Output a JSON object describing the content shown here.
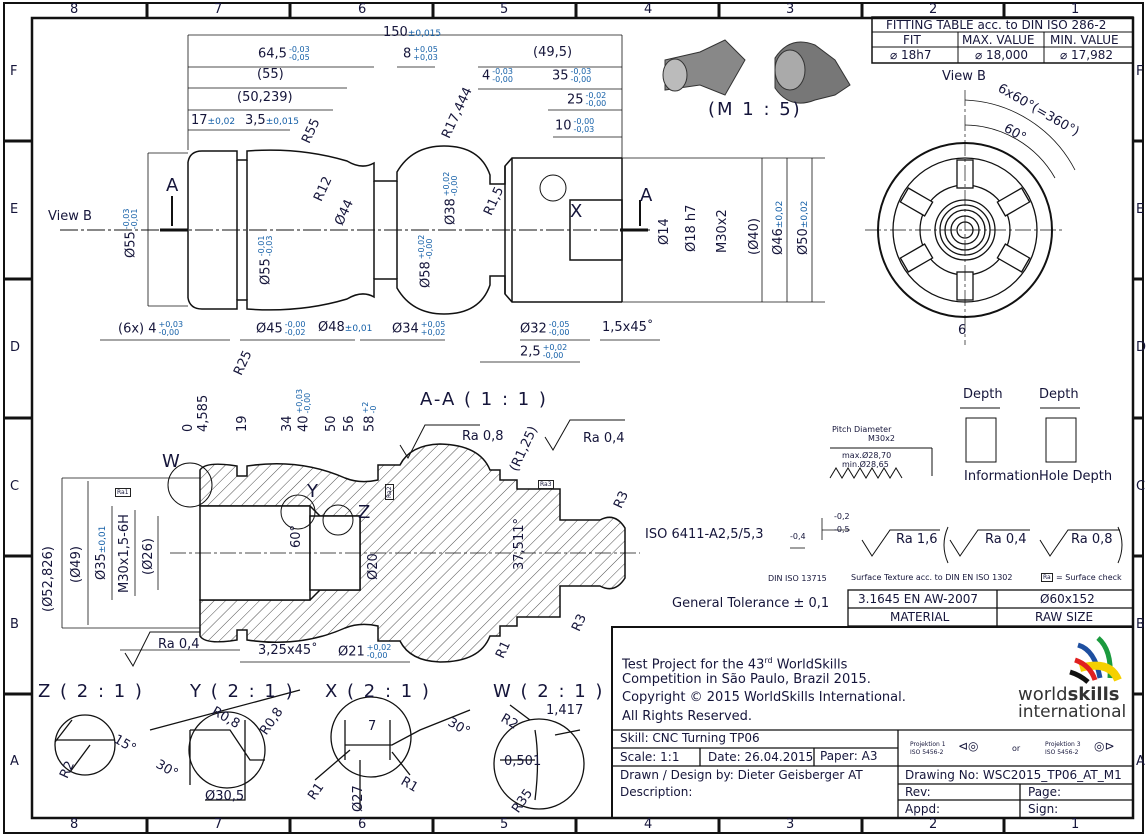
{
  "zones": {
    "columns": [
      "8",
      "7",
      "6",
      "5",
      "4",
      "3",
      "2",
      "1"
    ],
    "rows": [
      "F",
      "E",
      "D",
      "C",
      "B",
      "A"
    ]
  },
  "fitting_table": {
    "title": "FITTING TABLE acc. to DIN ISO 286-2",
    "headers": [
      "FIT",
      "MAX. VALUE",
      "MIN. VALUE"
    ],
    "row": [
      "⌀ 18h7",
      "⌀ 18,000",
      "⌀ 17,982"
    ]
  },
  "top_view": {
    "view_b_label": "View B",
    "section_a_left": "A",
    "section_a_right": "A",
    "detail_x": "X",
    "scale_3d": "(M 1 : 5)",
    "dims": [
      {
        "v": "150",
        "u": "±0,015"
      },
      {
        "v": "64,5",
        "u": "-0,03",
        "l": "-0,05"
      },
      {
        "v": "8",
        "u": "+0,05",
        "l": "+0,03"
      },
      {
        "v": "(49,5)"
      },
      {
        "v": "(55)"
      },
      {
        "v": "4",
        "u": "-0,03",
        "l": "-0,00"
      },
      {
        "v": "35",
        "u": "-0,03",
        "l": "-0,00"
      },
      {
        "v": "(50,239)"
      },
      {
        "v": "25",
        "u": "-0,02",
        "l": "-0,00"
      },
      {
        "v": "17",
        "u": "±0,02"
      },
      {
        "v": "3,5",
        "u": "±0,015"
      },
      {
        "v": "10",
        "u": "-0,00",
        "l": "-0,03"
      },
      {
        "v": "R55"
      },
      {
        "v": "R17,444"
      },
      {
        "v": "R12"
      },
      {
        "v": "Ø44"
      },
      {
        "v": "Ø38",
        "u": "+0,02",
        "l": "-0,00"
      },
      {
        "v": "R1,5"
      },
      {
        "v": "Ø55",
        "u": "-0,03",
        "l": "-0,01"
      },
      {
        "v": "Ø55",
        "u": "-0,01",
        "l": "-0,03"
      },
      {
        "v": "Ø58",
        "u": "+0,02",
        "l": "-0,00"
      },
      {
        "v": "Ø14"
      },
      {
        "v": "Ø18 h7"
      },
      {
        "v": "M30x2"
      },
      {
        "v": "(Ø40)"
      },
      {
        "v": "Ø46",
        "u": "±0,02"
      },
      {
        "v": "Ø50",
        "u": "±0,02"
      },
      {
        "v": "(6x) 4",
        "u": "+0,03",
        "l": "-0,00"
      },
      {
        "v": "Ø45",
        "u": "-0,00",
        "l": "-0,02"
      },
      {
        "v": "Ø48",
        "u": "±0,01"
      },
      {
        "v": "Ø34",
        "u": "+0,05",
        "l": "+0,02"
      },
      {
        "v": "Ø32",
        "u": "-0,05",
        "l": "-0,00"
      },
      {
        "v": "1,5x45˚"
      },
      {
        "v": "2,5",
        "u": "+0,02",
        "l": "-0,00"
      },
      {
        "v": "R25"
      }
    ]
  },
  "view_b": {
    "title": "View B",
    "angle_total": "6x60°(=360°)",
    "angle": "60°",
    "slot_width": "6"
  },
  "section": {
    "title": "A-A ( 1 : 1 )",
    "ordinates": [
      "0",
      "4,585",
      "19",
      "34",
      "40",
      "50",
      "56",
      "58"
    ],
    "ord_40_tol": [
      "+0,03",
      "-0,00"
    ],
    "ord_58_tol": [
      "+2",
      "-0"
    ],
    "detail_w": "W",
    "detail_y": "Y",
    "detail_z": "Z",
    "labels": [
      "Ra 0,8",
      "(R1,25)",
      "Ra 0,4",
      "R3",
      "ISO 6411-A2,5/5,3",
      "37,511°",
      "R3",
      "R1",
      "3,25x45˚",
      "Ra 0,4",
      "(Ø52,826)",
      "(Ø49)",
      "M30x1,5-6H",
      "(Ø26)",
      "60°",
      "Ø20"
    ],
    "d35": {
      "v": "Ø35",
      "u": "±0,01"
    },
    "d21": {
      "v": "Ø21",
      "u": "+0,02",
      "l": "-0,00"
    },
    "surface_checks": [
      "Ra1",
      "Ra2",
      "Ra3"
    ]
  },
  "notes": {
    "pitch": [
      "Pitch Diameter",
      "M30x2",
      "max.Ø28,70",
      "min.Ø28,65"
    ],
    "depth": [
      "Depth",
      "Depth"
    ],
    "depth_captions": [
      "Information",
      "Hole Depth"
    ],
    "edge": [
      "-0,4",
      "-0,2",
      "-0,5",
      "DIN ISO 13715"
    ],
    "roughness": [
      "Ra 1,6",
      "Ra 0,4",
      "Ra 0,8"
    ],
    "surface_texture": "Surface Texture acc. to DIN EN ISO 1302",
    "surface_check": "= Surface check",
    "surface_check_box": "Ra",
    "general_tolerance": "General Tolerance ± 0,1"
  },
  "details": [
    {
      "title": "Z ( 2 : 1 )",
      "labels": [
        "15°",
        "R2"
      ]
    },
    {
      "title": "Y ( 2 : 1 )",
      "labels": [
        "R0,8",
        "R0,8",
        "30°",
        "Ø30,5"
      ]
    },
    {
      "title": "X ( 2 : 1 )",
      "labels": [
        "7",
        "30°",
        "R1",
        "Ø27",
        "R1"
      ]
    },
    {
      "title": "W ( 2 : 1 )",
      "labels": [
        "R2",
        "1,417",
        "0,501",
        "R35"
      ]
    }
  ],
  "title_block": {
    "material": "3.1645 EN AW-2007",
    "raw_size": "Ø60x152",
    "material_label": "MATERIAL",
    "raw_size_label": "RAW SIZE",
    "text": [
      "Test Project for the 43",
      "rd",
      " WorldSkills",
      "Competition in São Paulo, Brazil 2015.",
      "Copyright © 2015 WorldSkills International.",
      "All Rights Reserved."
    ],
    "logo": {
      "word1": "world",
      "word2": "skills",
      "word3": "international",
      "colors": [
        "#1e4fa0",
        "#1b9a3e",
        "#f5d000",
        "#e02020",
        "#111111"
      ]
    },
    "skill": "Skill: CNC Turning TP06",
    "scale": "Scale: 1:1",
    "date": "Date:  26.04.2015",
    "paper": "Paper: A3",
    "drawn": "Drawn / Design by: Dieter Geisberger AT",
    "description": "Description:",
    "proj1": [
      "Projektion 1",
      "ISO 5456-2"
    ],
    "or": "or",
    "proj3": [
      "Projektion 3",
      "ISO 5456-2"
    ],
    "drawing_no": "Drawing No: WSC2015_TP06_AT_M1",
    "rev": "Rev:",
    "page": "Page:",
    "appd": "Appd:",
    "sign": "Sign:"
  }
}
